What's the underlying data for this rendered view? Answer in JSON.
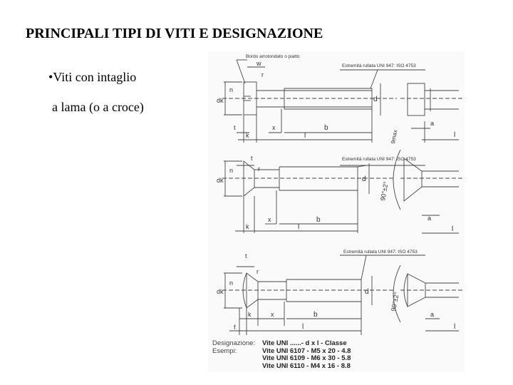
{
  "slide": {
    "title": "PRINCIPALI TIPI DI VITI E DESIGNAZIONE",
    "bullets": [
      {
        "marker": "•",
        "text": "Viti con intaglio"
      },
      {
        "marker": "",
        "text": "a lama (o a croce)"
      }
    ]
  },
  "figure": {
    "callouts": {
      "edge": "Bordo arrotondato o piatto",
      "end1": "Estremità rullata UNI 947: ISO 4753",
      "end2": "Estremità rullata UNI 947: ISO 4753",
      "end3": "Estremità rullata UNI 947: ISO 4753"
    },
    "dims": {
      "w": "w",
      "r": "r",
      "n": "n",
      "dk": "dk",
      "d": "d",
      "t": "t",
      "k": "k",
      "x": "x",
      "b": "b",
      "l": "l",
      "a": "a",
      "f": "f",
      "gmax": "9max",
      "angle": "90°±2°"
    },
    "designation": {
      "label": "Designazione:",
      "pattern": "Vite UNI ......- d x l - Classe",
      "examples_label": "Esempi:",
      "examples": [
        "Vite UNI 6107 - M5 x 20 - 4.8",
        "Vite UNI 6109 - M6 x 30 - 5.8",
        "Vite UNI 6110 - M4 x 16 - 8.8"
      ]
    }
  }
}
